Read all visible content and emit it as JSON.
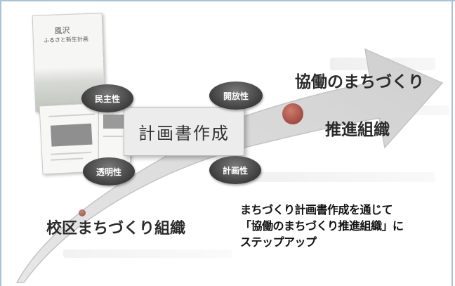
{
  "center_box": "計画書作成",
  "badges": [
    "民主性",
    "開放性",
    "透明性",
    "計画性"
  ],
  "goal_label": {
    "line1": "協働のまちづくり",
    "line2": "推進組織"
  },
  "start_label": "校区まちづくり組織",
  "note": [
    "まちづくり計画書作成を通じて",
    "「協働のまちづくり推進組織」に",
    "ステップアップ"
  ],
  "docs": [
    {
      "title": "風沢",
      "subtitle": "ふるさと新生計画"
    }
  ],
  "colors": {
    "badge": "#3e3e3e",
    "arrow": "#d9d9d9",
    "dot": "#a04c42",
    "frame": "#a9c3d6"
  }
}
